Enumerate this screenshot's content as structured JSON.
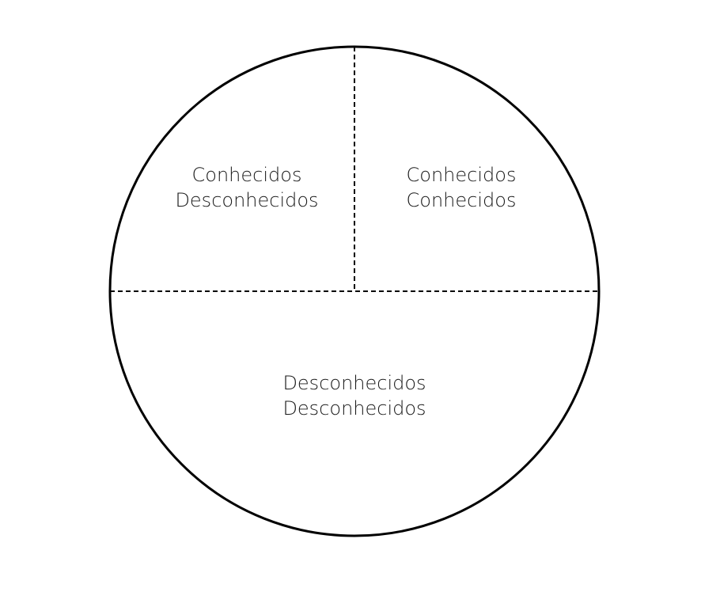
{
  "diagram": {
    "regions": {
      "top_left": {
        "line1": "Conhecidos",
        "line2": "Desconhecidos"
      },
      "top_right": {
        "line1": "Conhecidos",
        "line2": "Conhecidos"
      },
      "bottom": {
        "line1": "Desconhecidos",
        "line2": "Desconhecidos"
      }
    },
    "colors": {
      "outline": "#000000",
      "text": "#1a1a1a",
      "background": "#ffffff"
    }
  }
}
